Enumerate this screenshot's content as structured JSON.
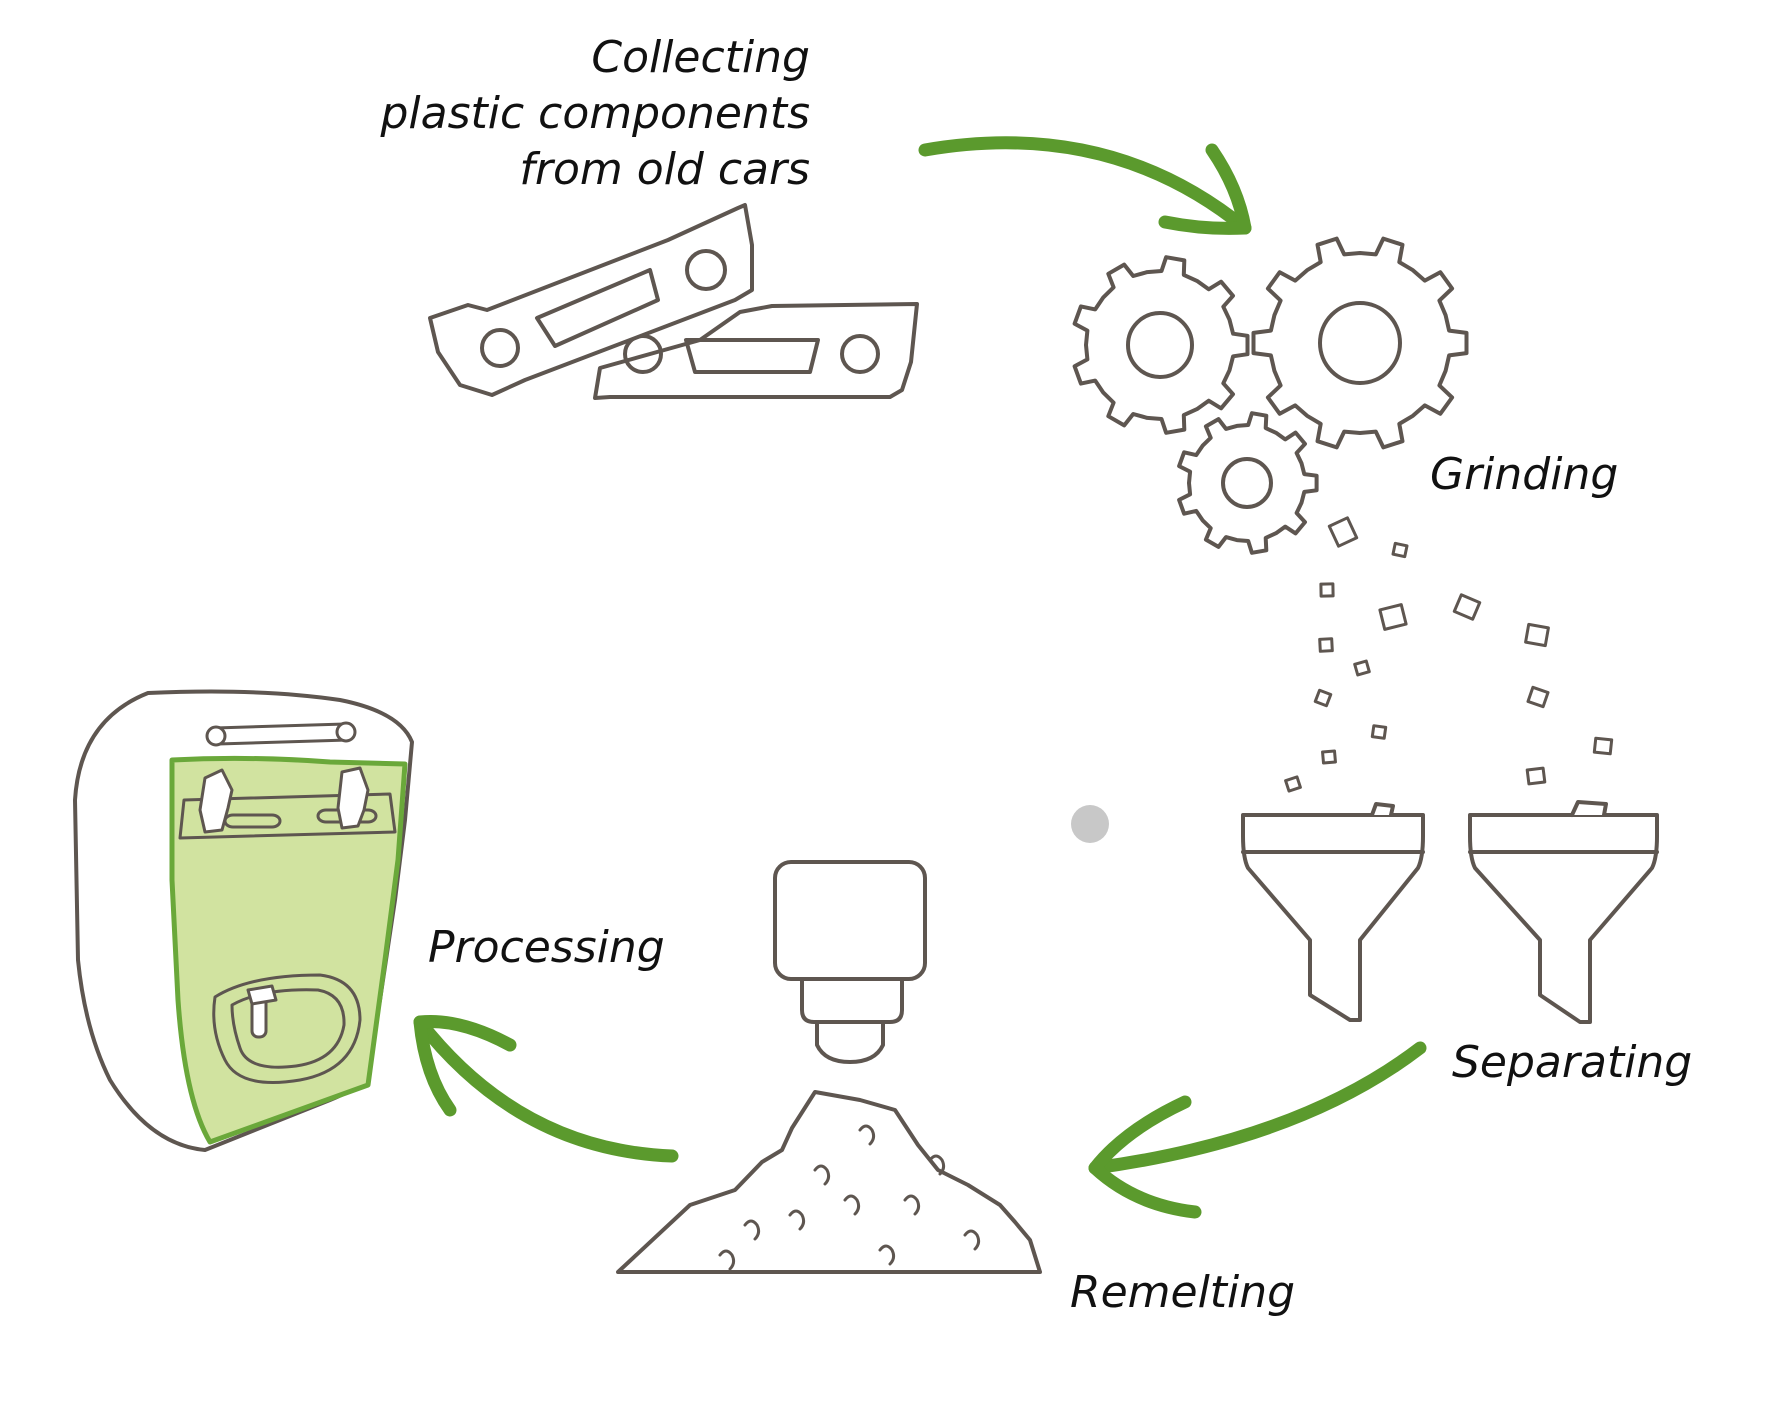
{
  "steps": {
    "collecting": {
      "line1": "Collecting",
      "line2": "plastic components",
      "line3": "from old cars"
    },
    "grinding": "Grinding",
    "separating": "Separating",
    "remelting": "Remelting",
    "processing": "Processing"
  },
  "colors": {
    "arrow": "#5b9a2d",
    "outline": "#5e5650",
    "panel_fill": "#d1e3a0",
    "panel_border": "#6aa83a",
    "center_dot": "#c8c8c8"
  },
  "icons": [
    "bumper-icon",
    "gears-icon",
    "plastic-flakes-icon",
    "funnel-icon",
    "extruder-icon",
    "granulate-pile-icon",
    "car-door-panel-icon"
  ]
}
